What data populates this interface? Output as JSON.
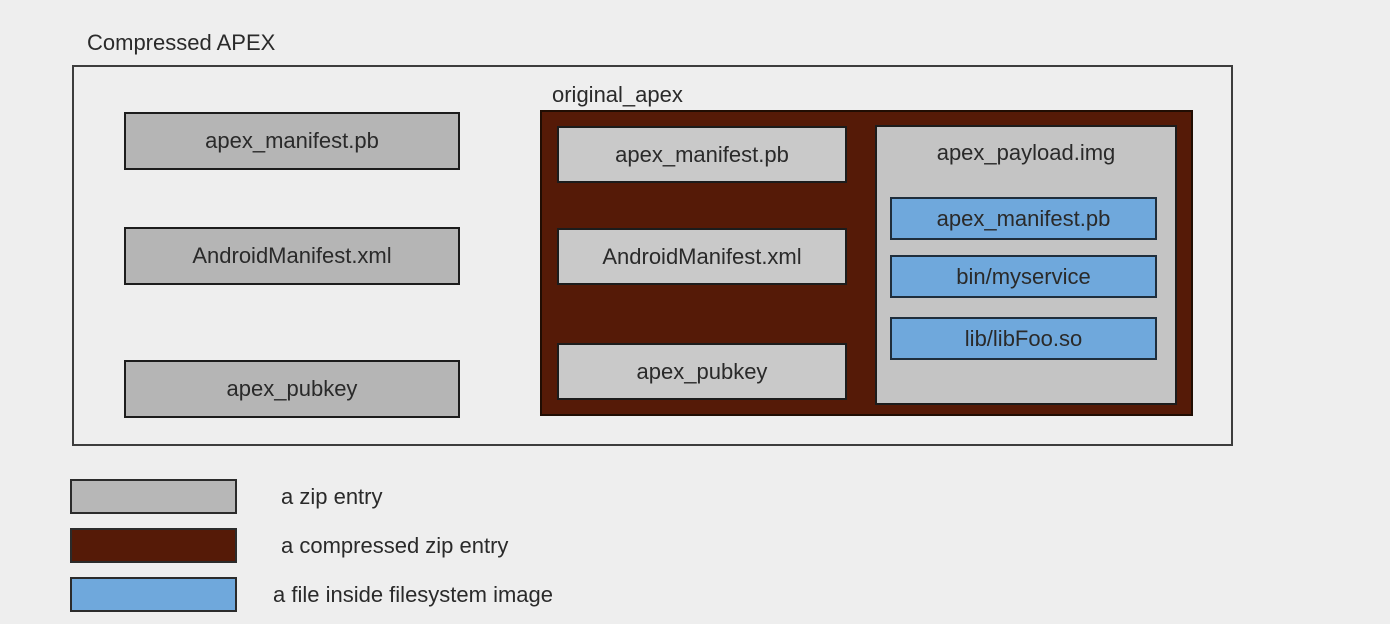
{
  "diagram": {
    "title": "Compressed APEX",
    "outer_entries": [
      "apex_manifest.pb",
      "AndroidManifest.xml",
      "apex_pubkey"
    ],
    "original_apex": {
      "label": "original_apex",
      "entries": [
        "apex_manifest.pb",
        "AndroidManifest.xml",
        "apex_pubkey"
      ],
      "payload": {
        "title": "apex_payload.img",
        "files": [
          "apex_manifest.pb",
          "bin/myservice",
          "lib/libFoo.so"
        ]
      }
    },
    "legend": {
      "items": [
        {
          "label": "a zip entry"
        },
        {
          "label": "a compressed zip entry"
        },
        {
          "label": "a file inside filesystem image"
        }
      ]
    },
    "colors": {
      "zip_entry_fill": "#b5b5b5",
      "compressed_zip_entry_fill": "#551a07",
      "filesystem_file_fill": "#6fa8dc",
      "page_background": "#eeeeee"
    }
  }
}
